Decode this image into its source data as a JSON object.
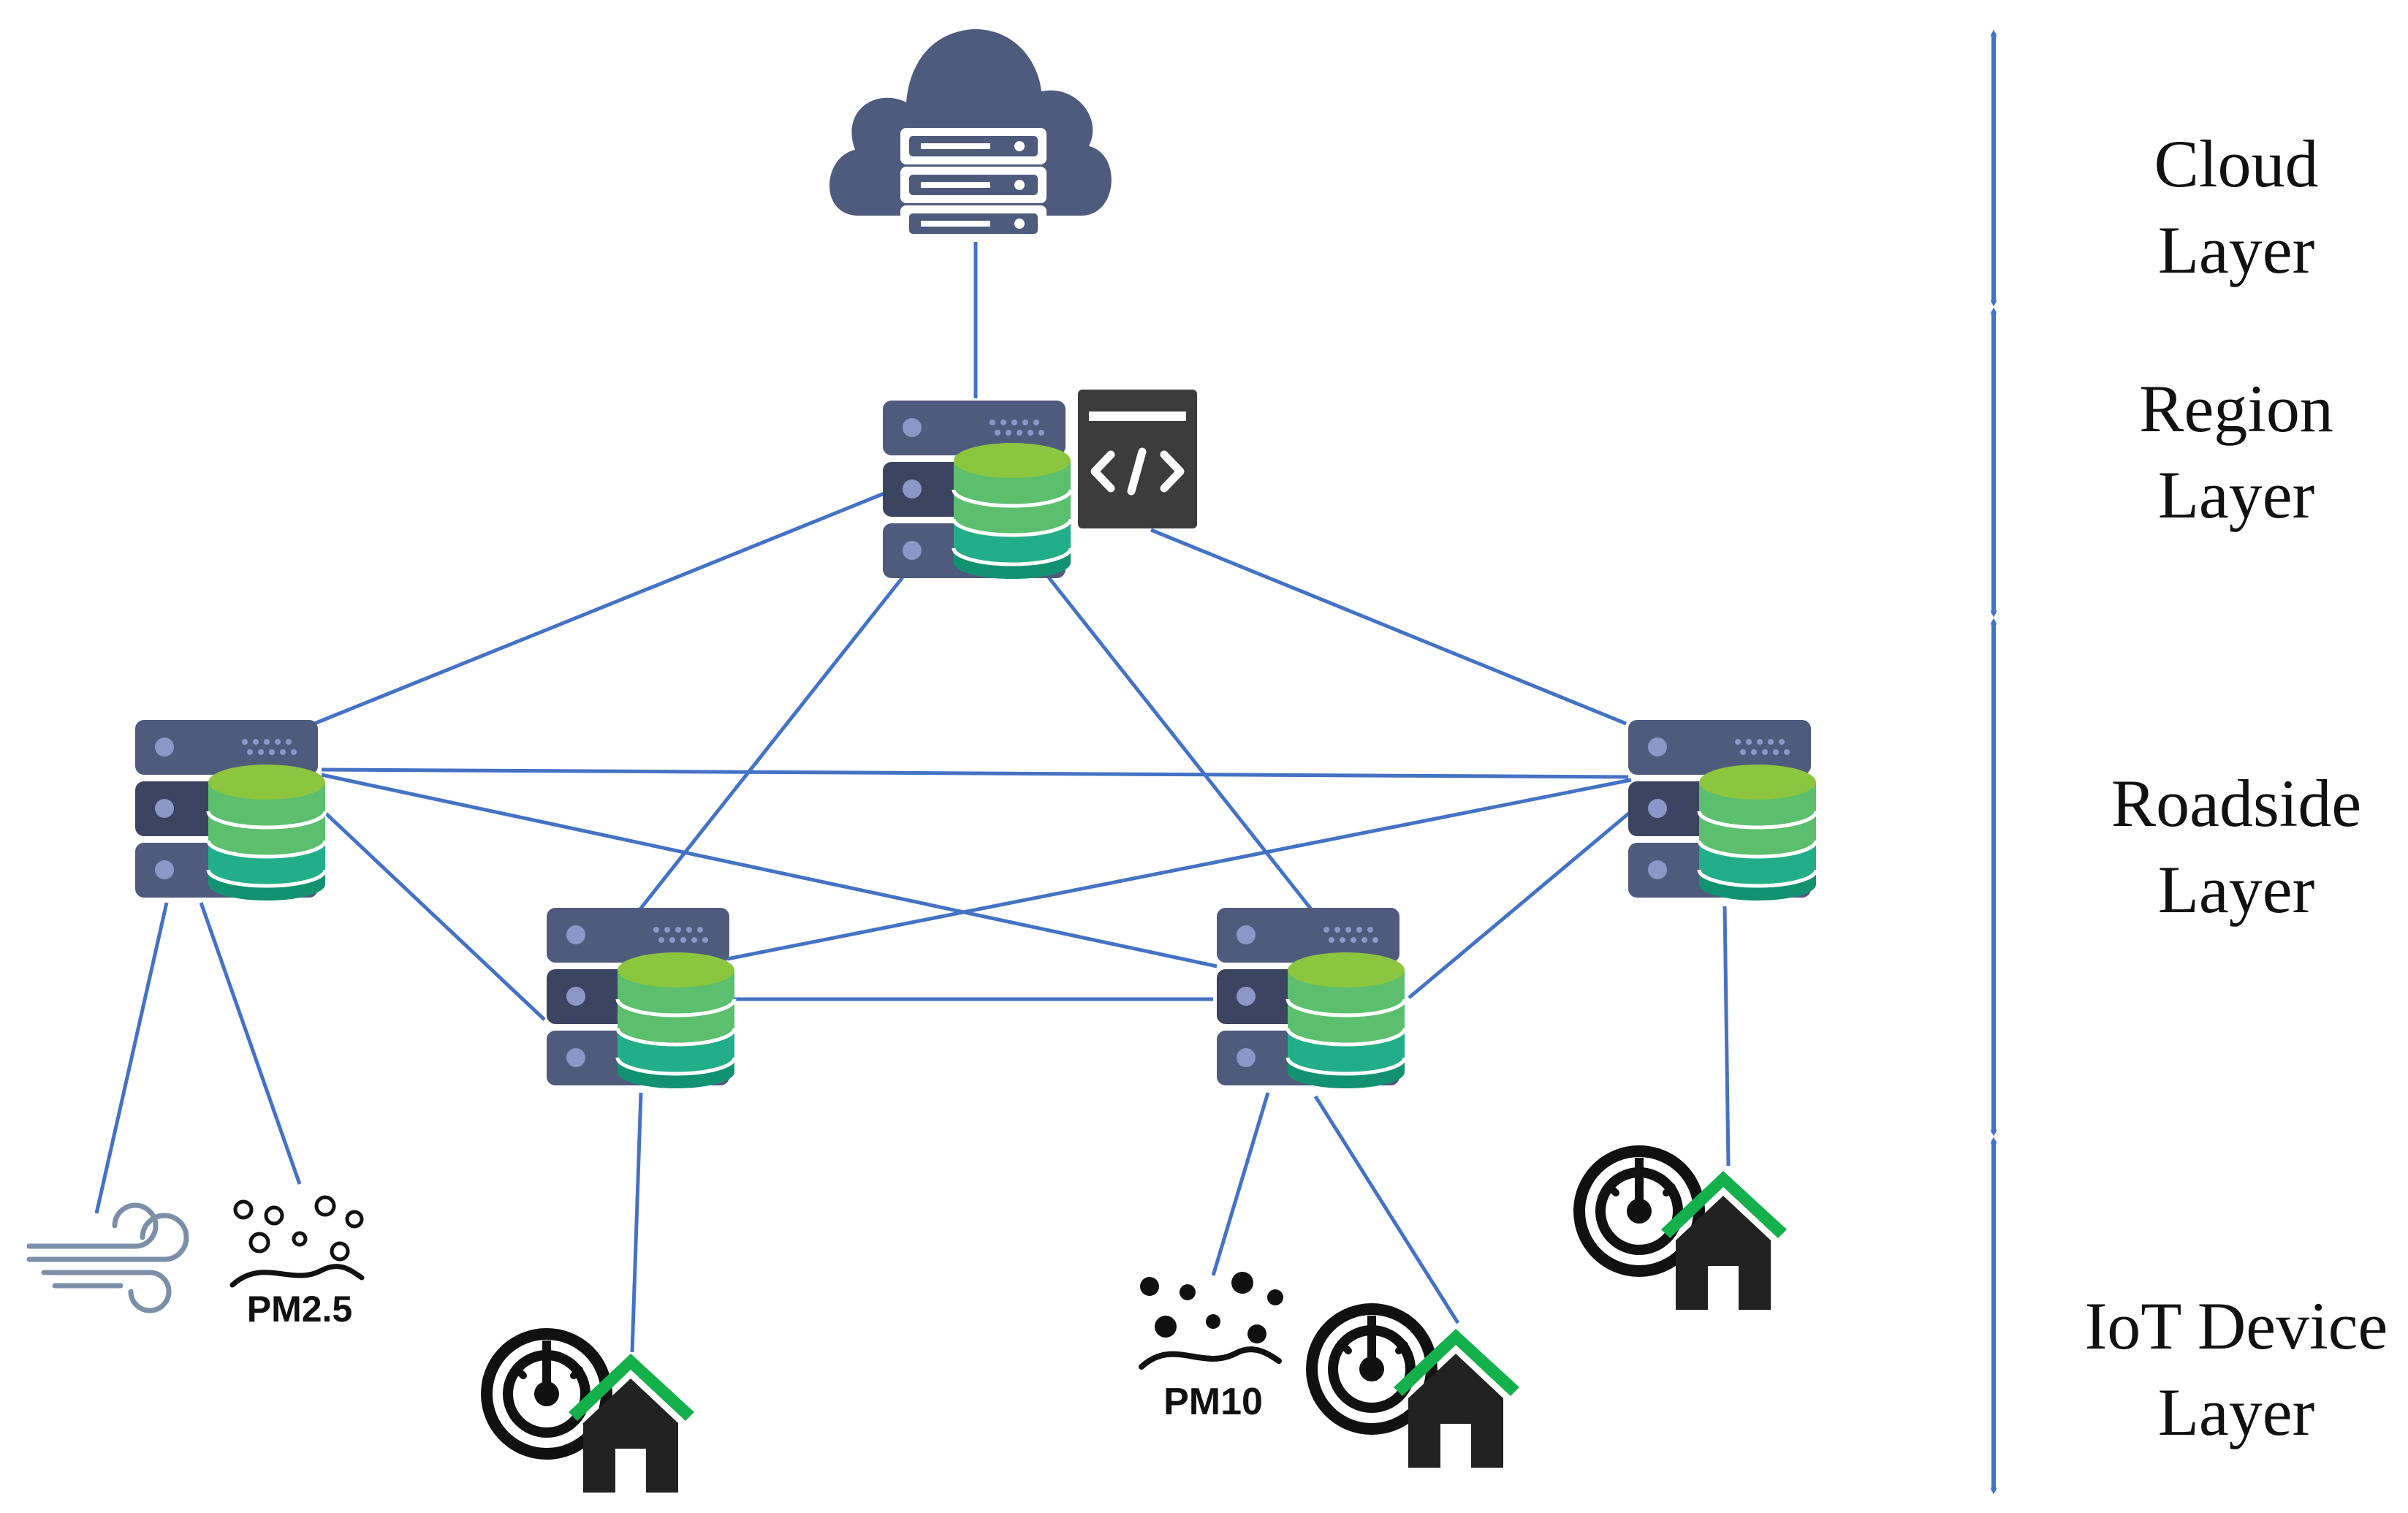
{
  "colors": {
    "link": "#4472C4",
    "arrow": "#4472C4",
    "server_body": "#4F5B7D",
    "server_dark": "#3B4460",
    "server_dot": "#8C97C7",
    "db_top": "#8CC63F",
    "db_mid1": "#5BBF6E",
    "db_mid2": "#22AE88",
    "db_bot": "#139272",
    "cloud": "#4F5B7D",
    "code_box": "#3C3C3C",
    "house_roof": "#14B04C",
    "house_body": "#222222",
    "icon_dark": "#111111",
    "wind": "#7C8FA8"
  },
  "layers": [
    {
      "id": "cloud",
      "line1": "Cloud",
      "line2": "Layer"
    },
    {
      "id": "region",
      "line1": "Region",
      "line2": "Layer"
    },
    {
      "id": "roadside",
      "line1": "Roadside",
      "line2": "Layer"
    },
    {
      "id": "iot",
      "line1": "IoT Device",
      "line2": "Layer"
    }
  ],
  "icons": {
    "cloud": "cloud-server-icon",
    "region": "region-server-icon",
    "code": "code-window-icon",
    "roadside": "roadside-server-icon",
    "wind": "wind-sensor-icon",
    "pm25": "pm25-sensor-icon",
    "pm10": "pm10-sensor-icon",
    "home": "smart-meter-home-icon"
  },
  "sensor_labels": {
    "pm25": "PM2.5",
    "pm10": "PM10"
  }
}
